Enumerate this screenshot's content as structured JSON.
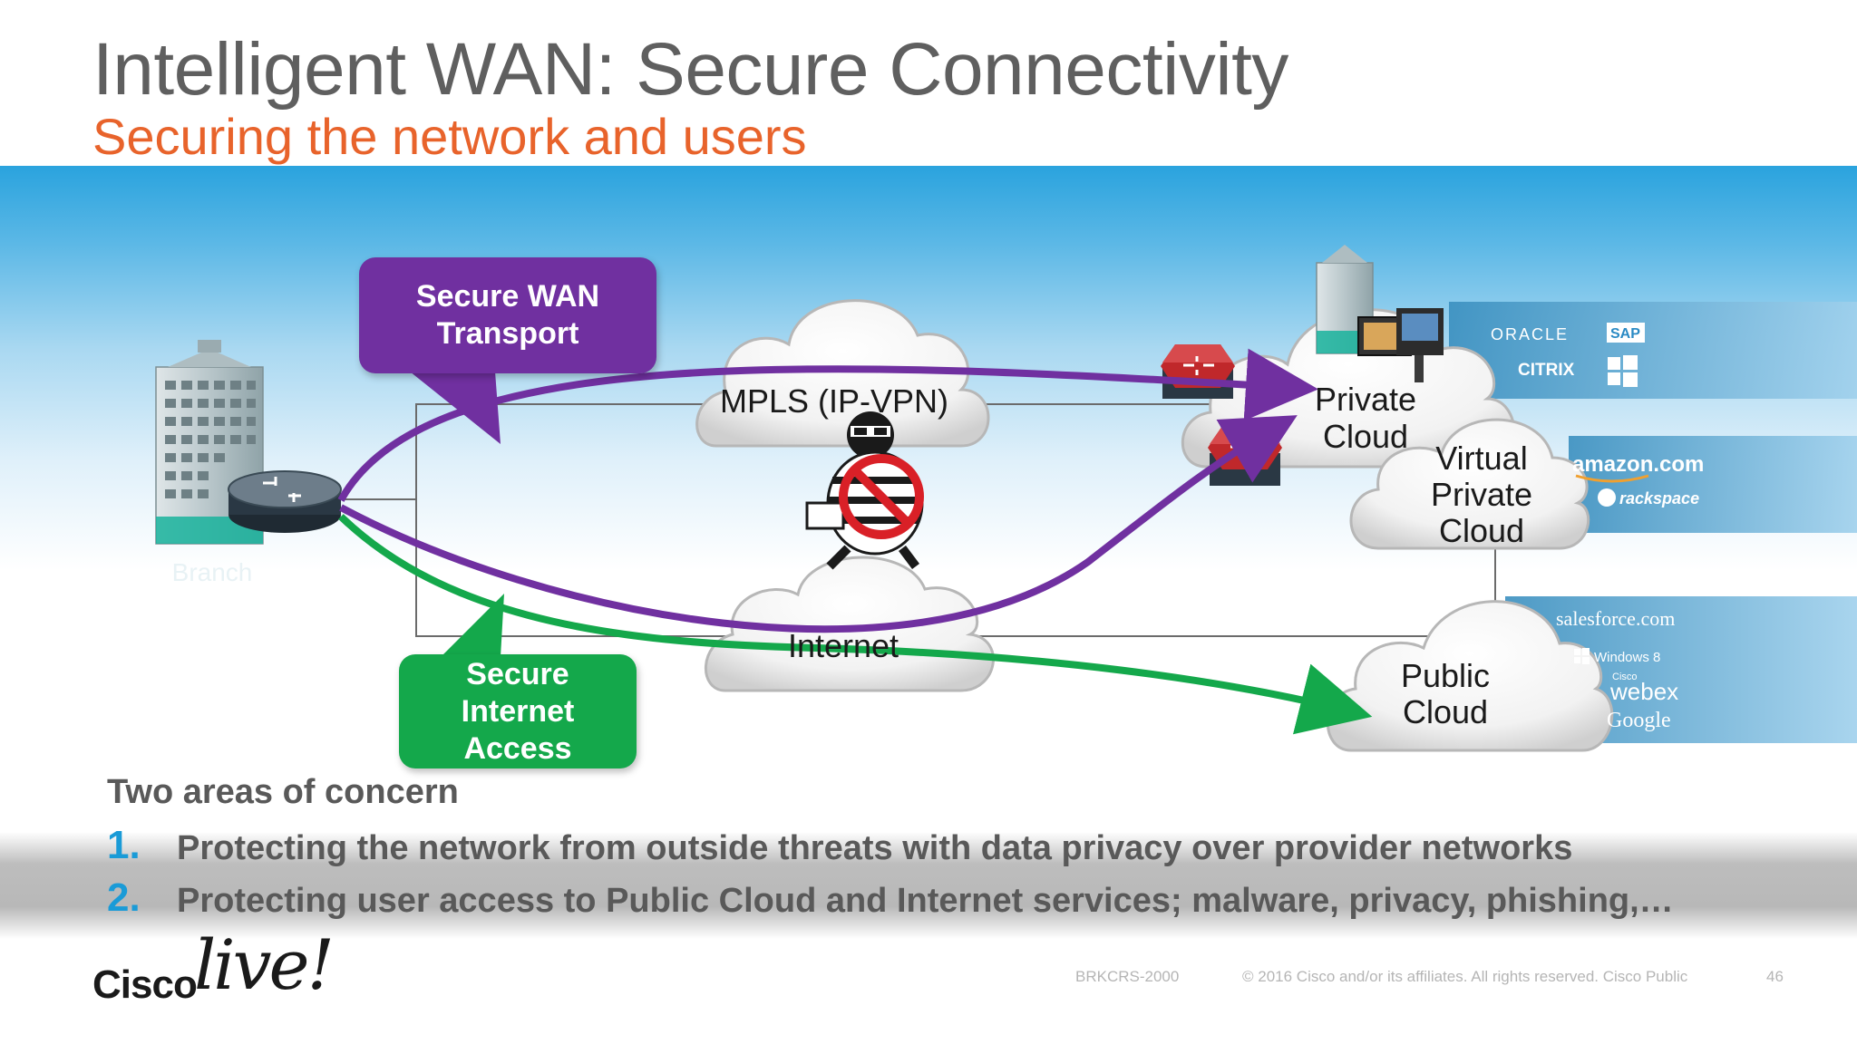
{
  "header": {
    "title": "Intelligent WAN: Secure Connectivity",
    "subtitle": "Securing the network and users"
  },
  "diagram": {
    "branch_label": "Branch",
    "mpls_label": "MPLS (IP-VPN)",
    "internet_label": "Internet",
    "private_cloud": [
      "Private",
      "Cloud"
    ],
    "virtual_private_cloud": [
      "Virtual",
      "Private",
      "Cloud"
    ],
    "public_cloud": [
      "Public",
      "Cloud"
    ],
    "callout_wan": [
      "Secure WAN",
      "Transport"
    ],
    "callout_internet": [
      "Secure",
      "Internet",
      "Access"
    ],
    "providers": {
      "private": [
        "ORACLE",
        "SAP",
        "CITRIX"
      ],
      "virtual": [
        "amazon.com",
        "rackspace"
      ],
      "public": [
        "salesforce.com",
        "Windows 8",
        "Cisco",
        "webex",
        "Google"
      ]
    },
    "colors": {
      "wan_path": "#7030a0",
      "internet_path": "#14a84b",
      "accent": "#e8632b"
    }
  },
  "concerns": {
    "heading": "Two areas of concern",
    "items": [
      {
        "num": "1.",
        "text": "Protecting the network from outside threats with data privacy over provider networks"
      },
      {
        "num": "2.",
        "text": "Protecting user access to Public Cloud and Internet services; malware, privacy, phishing,…"
      }
    ]
  },
  "footer": {
    "brand": "Cisco",
    "brand_script": "live!",
    "session_code": "BRKCRS-2000",
    "copyright": "© 2016  Cisco and/or its affiliates. All rights reserved.   Cisco Public",
    "page_number": "46"
  }
}
